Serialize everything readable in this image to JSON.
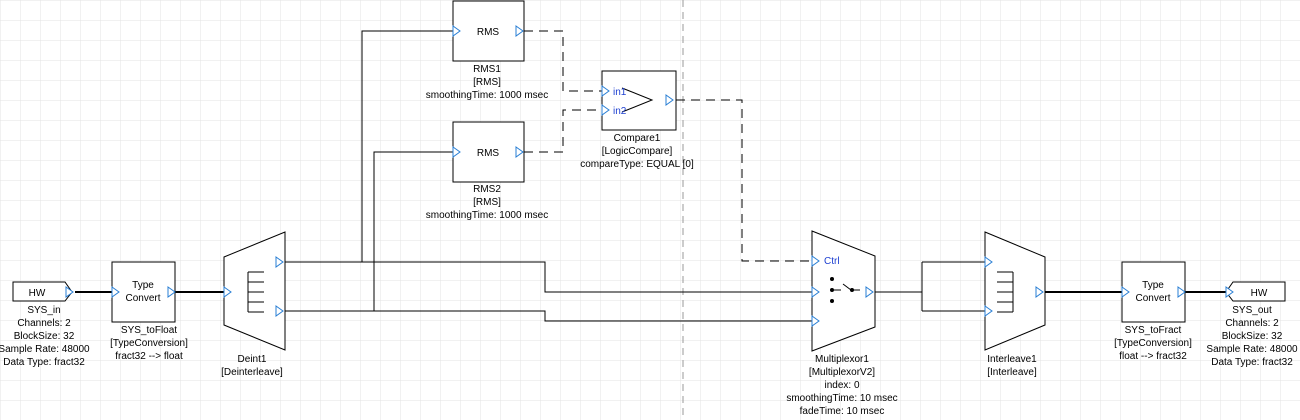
{
  "blocks": {
    "sys_in": {
      "tag": "HW",
      "name": "SYS_in",
      "channels": "Channels: 2",
      "blocksize": "BlockSize: 32",
      "rate": "Sample Rate: 48000",
      "dtype": "Data Type: fract32"
    },
    "to_float": {
      "line1": "Type",
      "line2": "Convert",
      "name": "SYS_toFloat",
      "cls": "[TypeConversion]",
      "param": "fract32 --> float"
    },
    "deint": {
      "name": "Deint1",
      "cls": "[Deinterleave]"
    },
    "rms1": {
      "label": "RMS",
      "name": "RMS1",
      "cls": "[RMS]",
      "param": "smoothingTime: 1000 msec"
    },
    "rms2": {
      "label": "RMS",
      "name": "RMS2",
      "cls": "[RMS]",
      "param": "smoothingTime: 1000 msec"
    },
    "compare": {
      "in1": "in1",
      "in2": "in2",
      "name": "Compare1",
      "cls": "[LogicCompare]",
      "param": "compareType: EQUAL [0]"
    },
    "mux": {
      "ctrl": "Ctrl",
      "name": "Multiplexor1",
      "cls": "[MultiplexorV2]",
      "p1": "index: 0",
      "p2": "smoothingTime: 10 msec",
      "p3": "fadeTime: 10 msec"
    },
    "interleave": {
      "name": "Interleave1",
      "cls": "[Interleave]"
    },
    "to_fract": {
      "line1": "Type",
      "line2": "Convert",
      "name": "SYS_toFract",
      "cls": "[TypeConversion]",
      "param": "float --> fract32"
    },
    "sys_out": {
      "tag": "HW",
      "name": "SYS_out",
      "channels": "Channels: 2",
      "blocksize": "BlockSize: 32",
      "rate": "Sample Rate: 48000",
      "dtype": "Data Type: fract32"
    }
  },
  "colors": {
    "grid": "#e3e3e3",
    "wire": "#000000",
    "pin": "#2a7fd4",
    "divider": "#9a9a9a"
  }
}
